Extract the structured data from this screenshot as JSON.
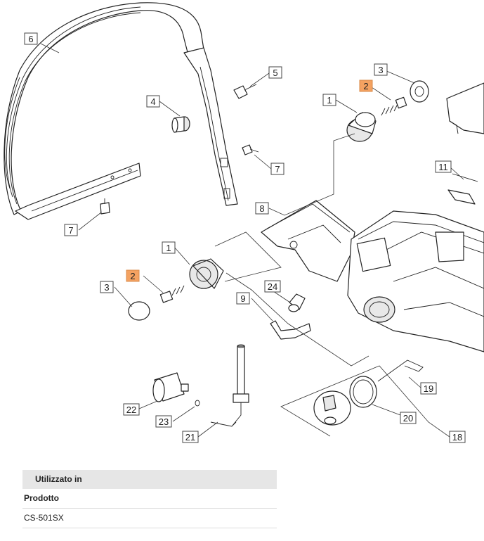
{
  "callouts": [
    {
      "id": "c6",
      "label": "6"
    },
    {
      "id": "c5",
      "label": "5"
    },
    {
      "id": "c4",
      "label": "4"
    },
    {
      "id": "c7a",
      "label": "7"
    },
    {
      "id": "c7b",
      "label": "7"
    },
    {
      "id": "c3a",
      "label": "3"
    },
    {
      "id": "c2a",
      "label": "2",
      "highlight": true
    },
    {
      "id": "c1a",
      "label": "1"
    },
    {
      "id": "c11",
      "label": "11"
    },
    {
      "id": "c8",
      "label": "8"
    },
    {
      "id": "c1b",
      "label": "1"
    },
    {
      "id": "c2b",
      "label": "2",
      "highlight": true
    },
    {
      "id": "c3b",
      "label": "3"
    },
    {
      "id": "c24",
      "label": "24"
    },
    {
      "id": "c9",
      "label": "9"
    },
    {
      "id": "c19",
      "label": "19"
    },
    {
      "id": "c22",
      "label": "22"
    },
    {
      "id": "c23",
      "label": "23"
    },
    {
      "id": "c20",
      "label": "20"
    },
    {
      "id": "c21",
      "label": "21"
    },
    {
      "id": "c18",
      "label": "18"
    }
  ],
  "colors": {
    "highlight": "#f4a261",
    "table_header_bg": "#e6e6e6"
  },
  "table": {
    "header": "Utilizzato in",
    "col_label": "Prodotto",
    "rows": [
      "CS-501SX"
    ]
  }
}
